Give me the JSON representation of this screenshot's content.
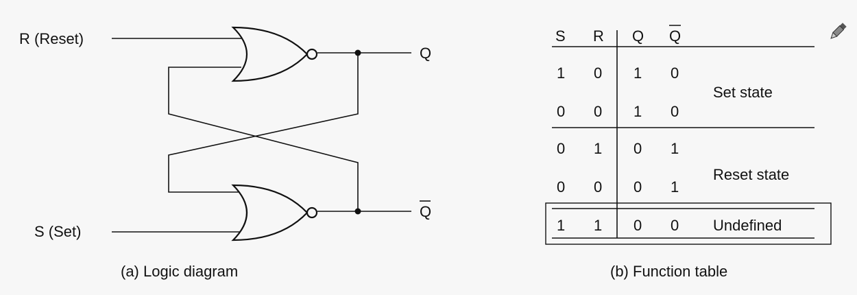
{
  "logic_diagram": {
    "caption": "(a) Logic diagram",
    "input_r_label": "R (Reset)",
    "input_s_label": "S (Set)",
    "output_q_label": "Q",
    "output_qbar_label": "Q"
  },
  "function_table": {
    "caption": "(b) Function table",
    "headers": [
      "S",
      "R",
      "Q",
      "Q"
    ],
    "rows": [
      {
        "s": "1",
        "r": "0",
        "q": "1",
        "qbar": "0"
      },
      {
        "s": "0",
        "r": "0",
        "q": "1",
        "qbar": "0"
      },
      {
        "s": "0",
        "r": "1",
        "q": "0",
        "qbar": "1"
      },
      {
        "s": "0",
        "r": "0",
        "q": "0",
        "qbar": "1"
      },
      {
        "s": "1",
        "r": "1",
        "q": "0",
        "qbar": "0"
      }
    ],
    "state_labels": [
      "Set state",
      "Reset state",
      "Undefined"
    ]
  },
  "icons": {
    "edit": "pencil-icon"
  }
}
